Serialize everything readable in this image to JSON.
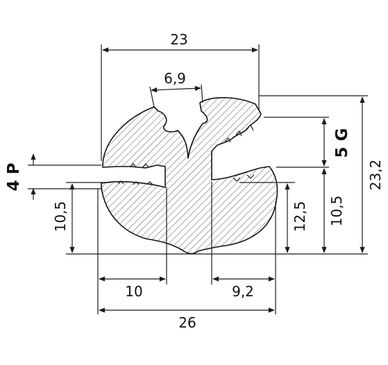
{
  "drawing": {
    "dimensions": {
      "top_width": "23",
      "slot_width": "6,9",
      "bottom_width": "26",
      "left_bottom": "10",
      "right_bottom": "9,2",
      "left_height": "10,5",
      "right_inner_height": "12,5",
      "right_height": "10,5",
      "total_height": "23,2"
    },
    "labels": {
      "left_code": "4 P",
      "right_code": "5 G"
    },
    "colors": {
      "line": "#1a1a1a",
      "hatch": "#555555",
      "fill": "#ffffff"
    }
  }
}
